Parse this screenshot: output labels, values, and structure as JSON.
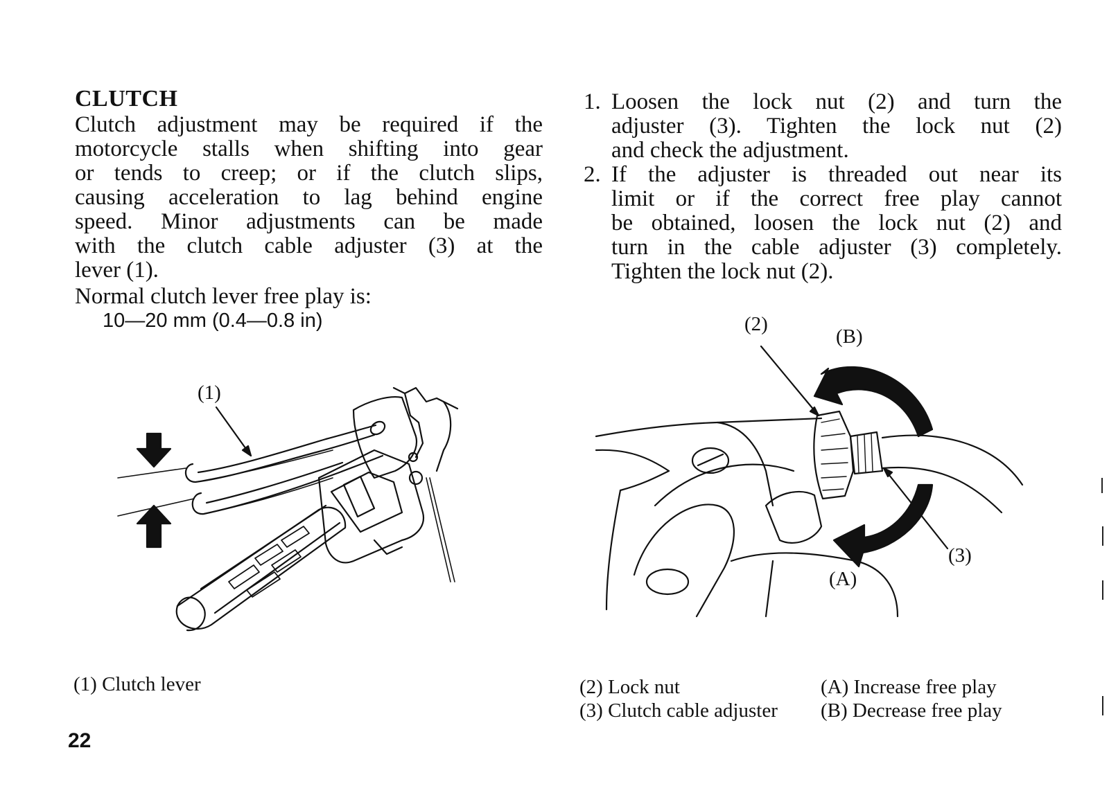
{
  "section": {
    "title": "CLUTCH",
    "paragraph_lines": [
      "Clutch adjustment may be required if the",
      "motorcycle stalls when shifting into gear",
      "or tends to creep; or if the clutch slips,",
      "causing acceleration to lag behind engine",
      "speed. Minor adjustments can be made",
      "with the clutch cable adjuster (3) at the",
      "lever (1)."
    ],
    "spec_intro": "Normal clutch lever free play is:",
    "spec_value": "10—20 mm (0.4—0.8 in)"
  },
  "steps": [
    {
      "number": "1.",
      "lines": [
        "Loosen the lock nut (2) and turn the",
        "adjuster (3). Tighten the lock nut (2)",
        "and check the adjustment."
      ]
    },
    {
      "number": "2.",
      "lines": [
        "If the adjuster is threaded out near its",
        "limit or if the correct free play cannot",
        "be obtained, loosen the lock nut (2) and",
        "turn in the cable adjuster (3) completely.",
        "Tighten the lock nut (2)."
      ]
    }
  ],
  "figure_left": {
    "callout_1": "(1)",
    "caption": "(1) Clutch lever"
  },
  "figure_right": {
    "callout_2": "(2)",
    "callout_3": "(3)",
    "callout_a": "(A)",
    "callout_b": "(B)",
    "captions": {
      "lock_nut": "(2) Lock nut",
      "adjuster": "(3) Clutch cable adjuster",
      "increase": "(A) Increase free play",
      "decrease": "(B) Decrease free play"
    }
  },
  "page_number": "22"
}
